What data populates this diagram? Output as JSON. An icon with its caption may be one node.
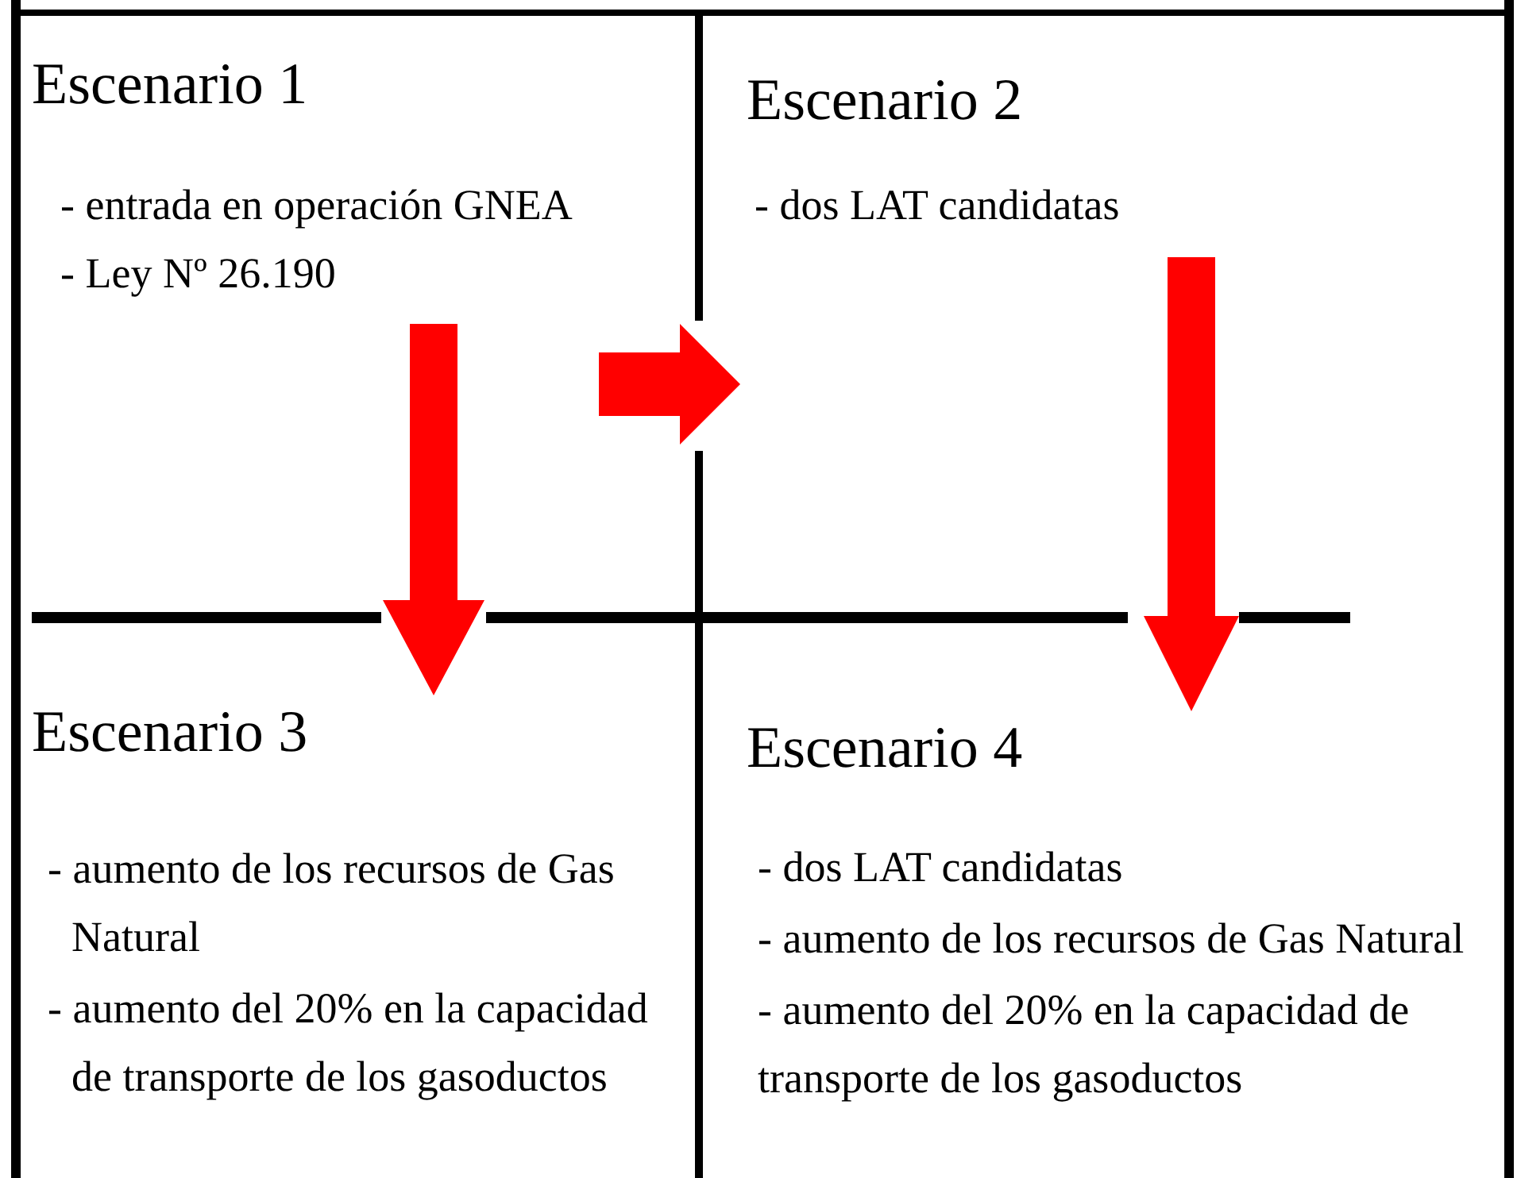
{
  "diagram": {
    "nodes": [
      {
        "text": [
          "Escenario 1",
          "- entrada en operación GNEA",
          "- Ley Nº 26.190"
        ]
      },
      {
        "text": [
          "Escenario 2",
          "- dos LAT candidatas"
        ]
      },
      {
        "text": [
          "Escenario 3",
          "- aumento de los recursos de Gas Natural",
          "- aumento del 20% en la capacidad de transporte de los gasoductos"
        ]
      },
      {
        "text": [
          "Escenario 4",
          "- dos LAT candidatas",
          "- aumento de los recursos de Gas Natural",
          "- aumento del 20% en la capacidad de transporte de los gasoductos"
        ]
      }
    ],
    "edges": [
      {
        "from": 0,
        "to": 1,
        "arrow": "to"
      },
      {
        "from": 0,
        "to": 2,
        "arrow": "to"
      },
      {
        "from": 1,
        "to": 3,
        "arrow": "to"
      }
    ]
  }
}
